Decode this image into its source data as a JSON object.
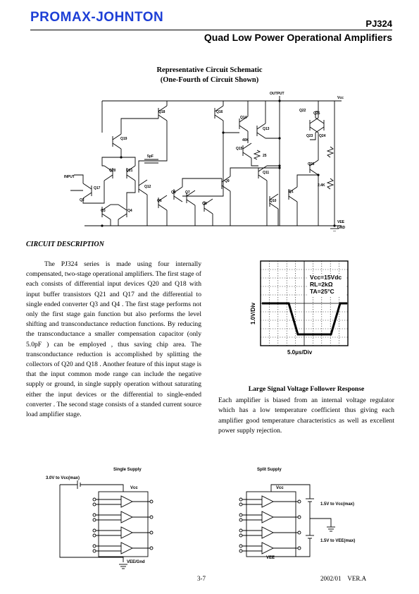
{
  "header": {
    "logo": "PROMAX-JOHNTON",
    "part_number": "PJ324",
    "title": "Quad Low Power Operational Amplifiers"
  },
  "schematic": {
    "title_line1": "Representative Circuit Schematic",
    "title_line2": "(One-Fourth of Circuit Shown)",
    "labels": {
      "output": "OUTPUT",
      "vcc": "Vcc",
      "input": "INPUT",
      "vee": "VEE",
      "gnd": "GND",
      "cap": "5pF",
      "r25": "25",
      "r40k": "40K",
      "r2": "2.4K",
      "q18": "Q18",
      "q16": "Q16",
      "q19": "Q19",
      "q14": "Q14",
      "q13": "Q13",
      "q15": "Q15",
      "q22": "Q22",
      "q20": "Q20",
      "q17": "Q17",
      "q21": "Q21",
      "q11": "Q11",
      "q9": "Q9",
      "q6": "Q6",
      "q5": "Q5",
      "q7": "Q7",
      "q10": "Q10",
      "q12": "Q12",
      "q1": "Q1",
      "q2": "Q2",
      "q3": "Q3",
      "q4": "Q4",
      "q8": "Q8",
      "q23": "Q23",
      "q24": "Q24",
      "q25": "Q25",
      "q26": "Q26"
    }
  },
  "circuit_description": {
    "heading": "CIRCUIT DESCRIPTION",
    "body": "The PJ324 series is made using four internally compensated, two-stage operational amplifiers. The first stage of each consists of differential input devices Q20 and Q18 with input buffer transistors Q21 and Q17 and the differential to single ended converter Q3 and Q4 . The first stage performs not only the first stage gain function but also performs the level shifting and transconductance reduction functions. By reducing the transconductance a smaller compensation capacitor (only 5.0pF ) can be employed , thus saving chip area. The transconductance reduction is accomplished by splitting the collectors of Q20 and Q18 . Another feature of this input stage is that the input common mode range can include the negative supply or ground, in single supply operation without saturating either the input devices or the differential to single-ended converter . The second stage consists of a standed current source load amplifier stage."
  },
  "scope": {
    "legend_vcc": "Vcc=15Vdc",
    "legend_rl": "RL=2kΩ",
    "legend_ta": "TA=25°C",
    "ylabel": "1.0V/Div",
    "xlabel": "5.0μs/Div"
  },
  "large_signal": {
    "heading": "Large Signal Voltage Follower Response",
    "body": "Each amplifier is biased from an internal voltage regulator which has a low temperature coefficient thus giving each amplifier good temperature characteristics as well as excellent power supply rejection."
  },
  "single_supply": {
    "title": "Single Supply",
    "range": "3.0V to Vcc(max)",
    "vcc": "Vcc",
    "vee": "VEE/Gnd"
  },
  "split_supply": {
    "title": "Split Supply",
    "vcc": "Vcc",
    "vee": "VEE",
    "range_pos": "1.5V to Vcc(max)",
    "range_neg": "1.5V to VEE(max)"
  },
  "footer": {
    "page": "3-7",
    "version": "2002/01    VER.A"
  }
}
